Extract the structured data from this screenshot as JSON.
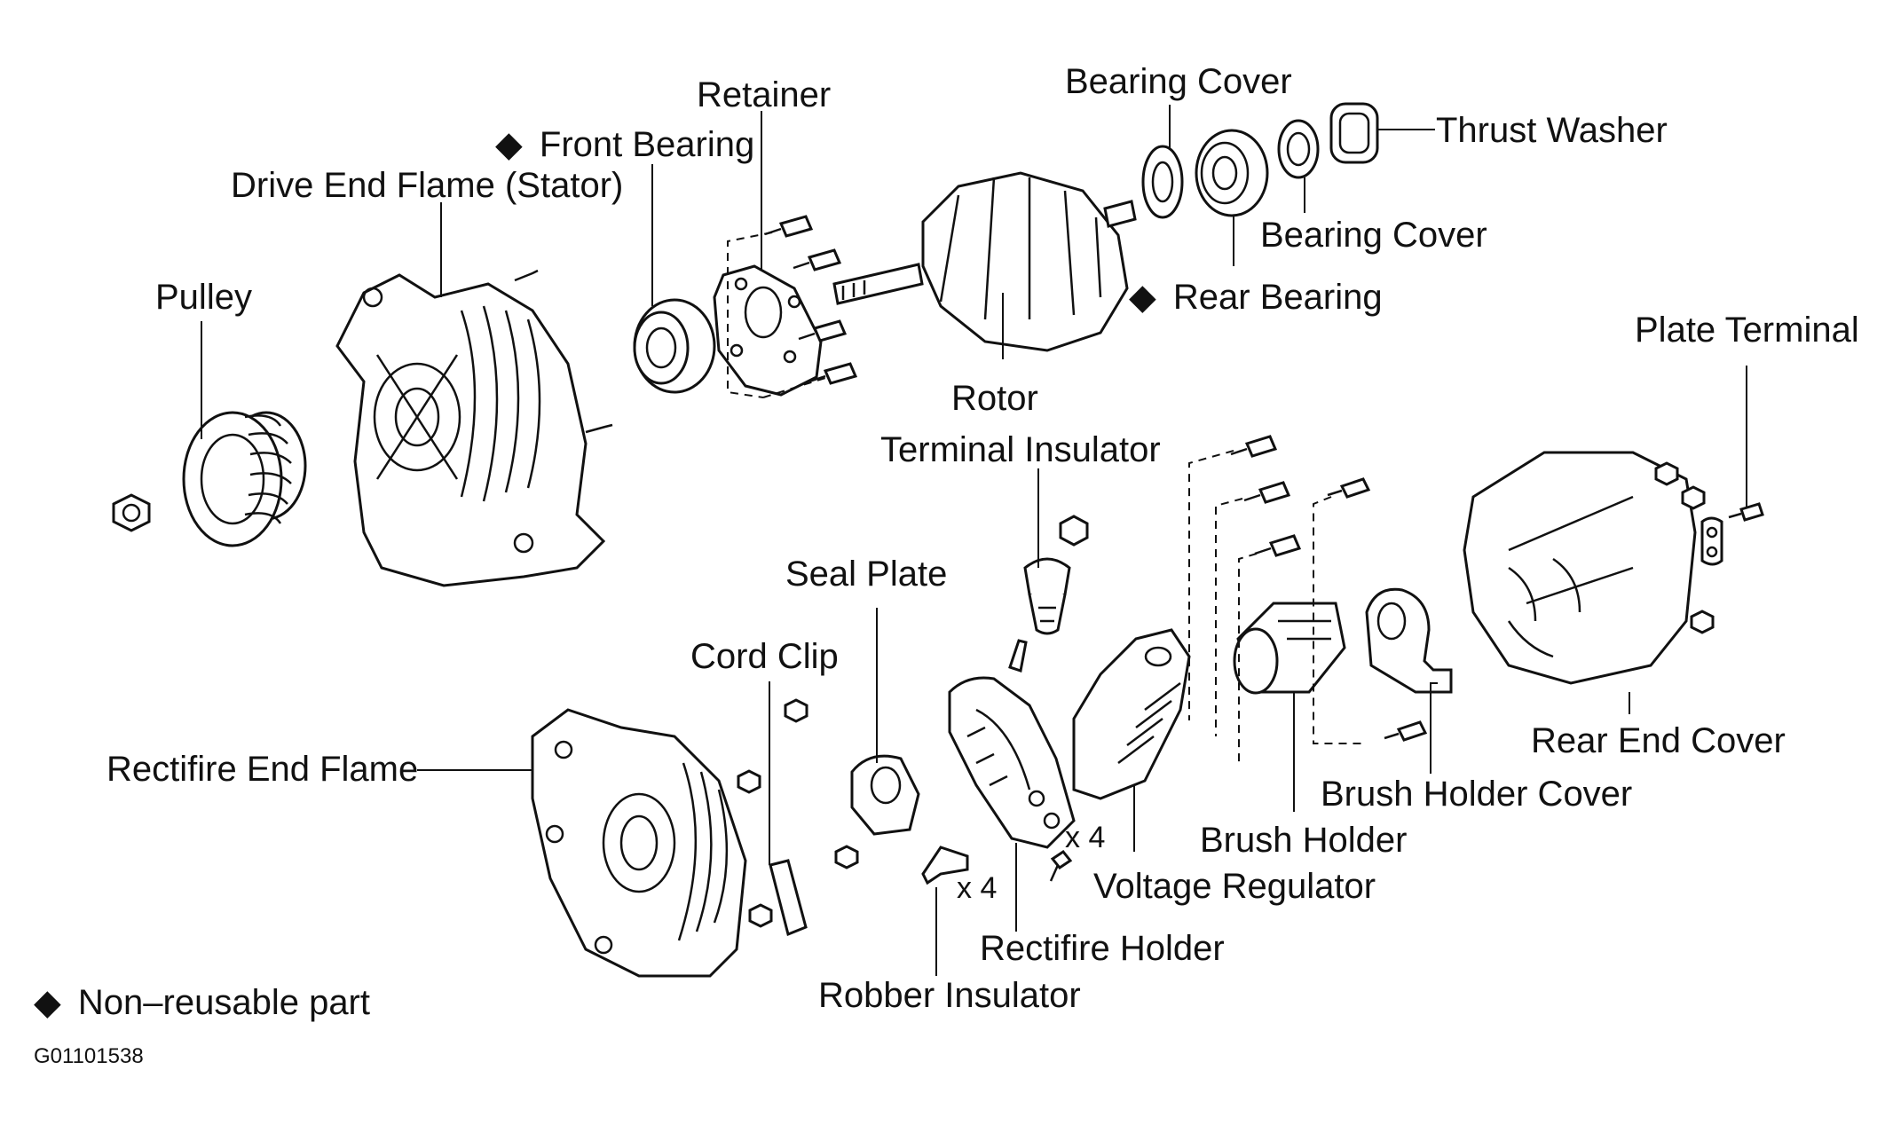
{
  "labels": {
    "retainer": "Retainer",
    "front_bearing": "Front Bearing",
    "drive_end_frame": "Drive End Flame (Stator)",
    "pulley": "Pulley",
    "bearing_cover_top": "Bearing Cover",
    "thrust_washer": "Thrust Washer",
    "bearing_cover_mid": "Bearing Cover",
    "rear_bearing": "Rear Bearing",
    "plate_terminal": "Plate Terminal",
    "rotor": "Rotor",
    "terminal_insulator": "Terminal Insulator",
    "seal_plate": "Seal Plate",
    "cord_clip": "Cord Clip",
    "rectifier_end_frame": "Rectifire End Flame",
    "rear_end_cover": "Rear End Cover",
    "brush_holder_cover": "Brush Holder Cover",
    "brush_holder": "Brush Holder",
    "voltage_regulator": "Voltage Regulator",
    "rectifier_holder": "Rectifire Holder",
    "robber_insulator": "Robber Insulator",
    "qty_right": "x 4",
    "qty_left": "x 4"
  },
  "legend": {
    "marker": "◆",
    "text": "Non–reusable part"
  },
  "figure_code": "G01101538"
}
